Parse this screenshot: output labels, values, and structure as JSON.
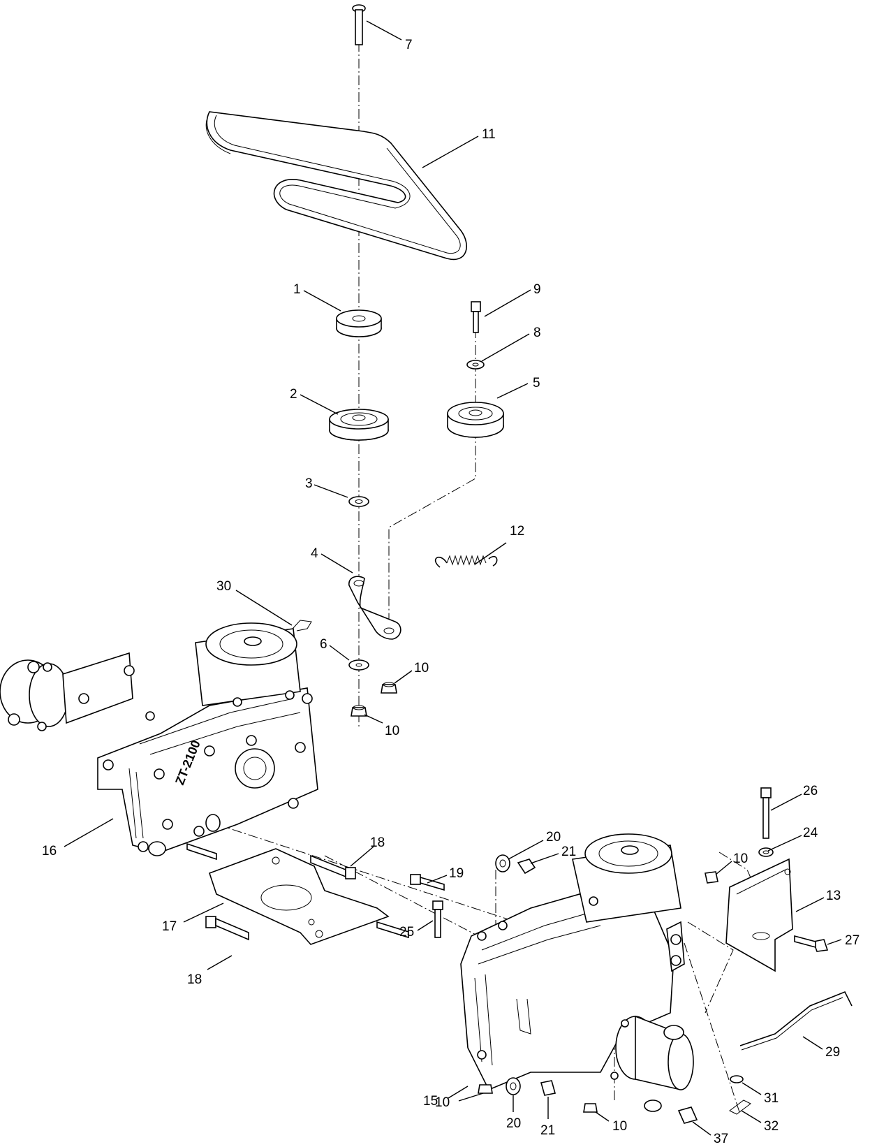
{
  "diagram": {
    "type": "exploded parts diagram",
    "callouts": [
      {
        "id": "c7",
        "text": "7"
      },
      {
        "id": "c11",
        "text": "11"
      },
      {
        "id": "c1",
        "text": "1"
      },
      {
        "id": "c9",
        "text": "9"
      },
      {
        "id": "c8",
        "text": "8"
      },
      {
        "id": "c2",
        "text": "2"
      },
      {
        "id": "c5",
        "text": "5"
      },
      {
        "id": "c3",
        "text": "3"
      },
      {
        "id": "c12",
        "text": "12"
      },
      {
        "id": "c4",
        "text": "4"
      },
      {
        "id": "c30",
        "text": "30"
      },
      {
        "id": "c6",
        "text": "6"
      },
      {
        "id": "c10a",
        "text": "10"
      },
      {
        "id": "c10b",
        "text": "10"
      },
      {
        "id": "c26",
        "text": "26"
      },
      {
        "id": "c24",
        "text": "24"
      },
      {
        "id": "c10c",
        "text": "10"
      },
      {
        "id": "c16",
        "text": "16"
      },
      {
        "id": "c18a",
        "text": "18"
      },
      {
        "id": "c20a",
        "text": "20"
      },
      {
        "id": "c21a",
        "text": "21"
      },
      {
        "id": "c13",
        "text": "13"
      },
      {
        "id": "c19",
        "text": "19"
      },
      {
        "id": "c17",
        "text": "17"
      },
      {
        "id": "c25",
        "text": "25"
      },
      {
        "id": "c27",
        "text": "27"
      },
      {
        "id": "c18b",
        "text": "18"
      },
      {
        "id": "c29",
        "text": "29"
      },
      {
        "id": "c15",
        "text": "15"
      },
      {
        "id": "c31",
        "text": "31"
      },
      {
        "id": "c10d",
        "text": "10"
      },
      {
        "id": "c20b",
        "text": "20"
      },
      {
        "id": "c21b",
        "text": "21"
      },
      {
        "id": "c10e",
        "text": "10"
      },
      {
        "id": "c32",
        "text": "32"
      },
      {
        "id": "c37",
        "text": "37"
      }
    ],
    "housing_text": "ZT-2100"
  }
}
